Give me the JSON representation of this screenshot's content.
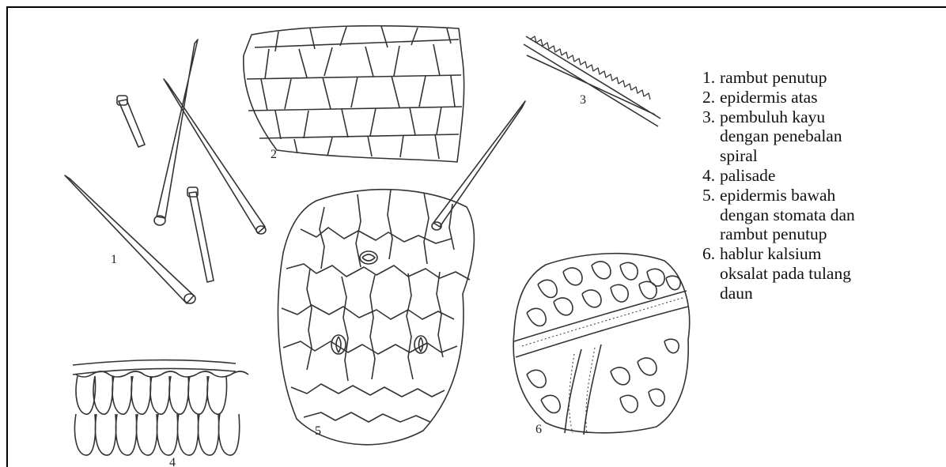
{
  "figure_labels": [
    "1",
    "2",
    "3",
    "4",
    "5",
    "6"
  ],
  "legend": [
    {
      "num": "1.",
      "text": "rambut penutup"
    },
    {
      "num": "2.",
      "text": "epidermis atas"
    },
    {
      "num": "3.",
      "text": "pembuluh kayu\ndengan penebalan\nspiral"
    },
    {
      "num": "4.",
      "text": "palisade"
    },
    {
      "num": "5.",
      "text": "epidermis bawah\ndengan stomata dan\nrambut penutup"
    },
    {
      "num": "6.",
      "text": "hablur kalsium\noksalat pada tulang\ndaun"
    }
  ]
}
